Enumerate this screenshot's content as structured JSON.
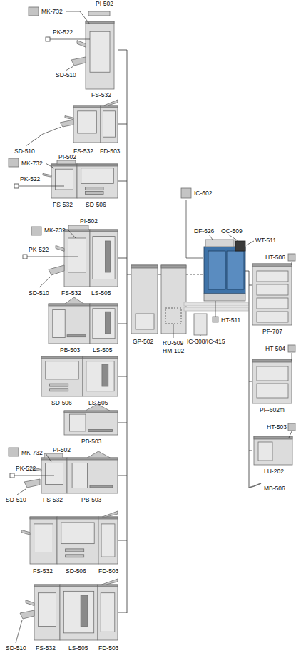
{
  "diagram": {
    "labels": [
      "PI-502",
      "MK-732",
      "PK-522",
      "SD-510",
      "FS-532",
      "SD-510",
      "FS-532",
      "FD-503",
      "PI-502",
      "MK-732",
      "PK-522",
      "FS-532",
      "SD-506",
      "PI-502",
      "MK-732",
      "PK-522",
      "SD-510",
      "FS-532",
      "LS-505",
      "PB-503",
      "LS-505",
      "SD-506",
      "LS-505",
      "PB-503",
      "PI-502",
      "MK-732",
      "PK-522",
      "SD-510",
      "FS-532",
      "PB-503",
      "FS-532",
      "SD-506",
      "FD-503",
      "SD-510",
      "FS-532",
      "LS-505",
      "FD-503",
      "GP-502",
      "RU-509",
      "HM-102",
      "IC-602",
      "DF-626",
      "OC-509",
      "WT-511",
      "HT-511",
      "IC-308/IC-415",
      "HT-506",
      "PF-707",
      "HT-504",
      "PF-602m",
      "HT-503",
      "LU-202",
      "MB-506"
    ]
  }
}
